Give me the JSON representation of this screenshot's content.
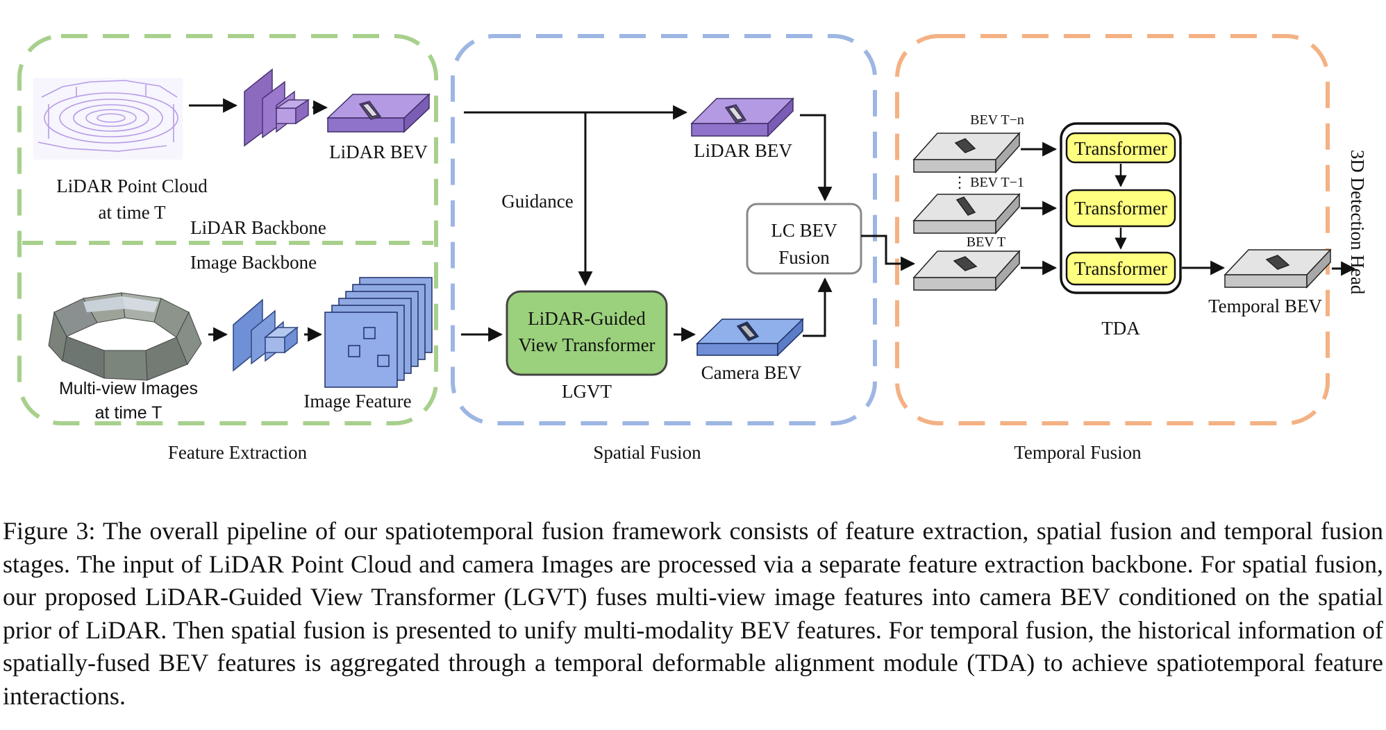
{
  "stages": {
    "feature_extraction": "Feature Extraction",
    "spatial_fusion": "Spatial Fusion",
    "temporal_fusion": "Temporal Fusion"
  },
  "feature_extraction": {
    "lidar_point_cloud_line1": "LiDAR Point Cloud",
    "lidar_point_cloud_line2": "at time T",
    "lidar_backbone": "LiDAR Backbone",
    "lidar_bev": "LiDAR BEV",
    "image_backbone": "Image Backbone",
    "multiview_line1": "Multi-view Images",
    "multiview_line2": "at time T",
    "image_feature": "Image Feature"
  },
  "spatial_fusion": {
    "guidance": "Guidance",
    "lidar_bev": "LiDAR BEV",
    "lc_bev_line1": "LC BEV",
    "lc_bev_line2": "Fusion",
    "lgvt_line1": "LiDAR-Guided",
    "lgvt_line2": "View Transformer",
    "lgvt_label": "LGVT",
    "camera_bev": "Camera BEV"
  },
  "temporal_fusion": {
    "bev_t_n": "BEV T−n",
    "bev_t_1": "BEV T−1",
    "bev_t": "BEV T",
    "transformer_1": "Transformer",
    "transformer_2": "Transformer",
    "transformer_3": "Transformer",
    "tda": "TDA",
    "temporal_bev": "Temporal BEV",
    "detection_head": "3D Detection Head"
  },
  "caption": "Figure 3: The overall pipeline of our spatiotemporal fusion framework consists of feature extraction, spatial fusion and temporal fusion stages. The input of LiDAR Point Cloud and camera Images are processed via a separate feature extraction backbone. For spatial fusion, our proposed LiDAR-Guided View Transformer (LGVT) fuses multi-view image features into camera BEV conditioned on the spatial prior of LiDAR. Then spatial fusion is presented to unify multi-modality BEV features. For temporal fusion, the historical information of spatially-fused BEV features is aggregated through a temporal deformable alignment module (TDA) to achieve spatiotemporal feature interactions.",
  "colors": {
    "feature_extraction_border": "#a8d08d",
    "spatial_fusion_border": "#9db6e3",
    "temporal_fusion_border": "#f4b183",
    "lidar_purple": "#a98fd9",
    "image_blue": "#8fa9e3",
    "lgvt_green": "#9bd17c",
    "transformer_yellow": "#ffff80",
    "bev_gray": "#d9d9d9"
  }
}
